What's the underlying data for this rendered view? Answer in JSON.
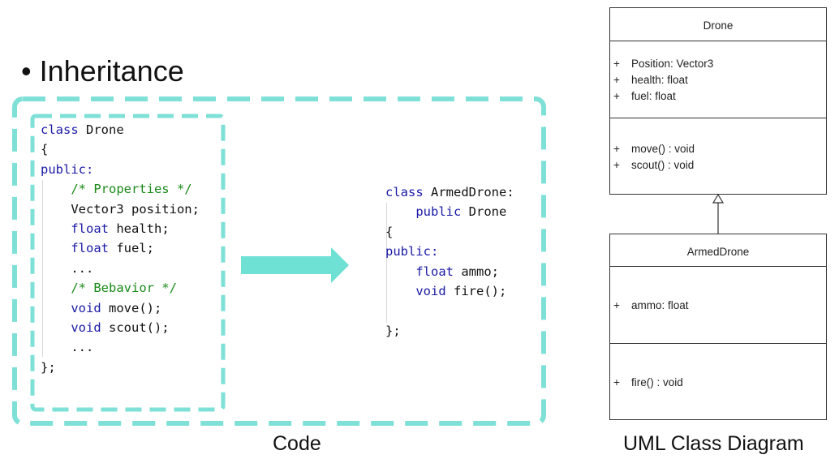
{
  "slide": {
    "bullet": "•",
    "title": "Inheritance",
    "code_caption": "Code",
    "uml_caption": "UML Class Diagram"
  },
  "code_left": [
    [
      {
        "t": "class",
        "c": "kw"
      },
      {
        "t": " Drone"
      }
    ],
    [
      {
        "t": "{"
      }
    ],
    [
      {
        "t": "public:",
        "c": "kw"
      }
    ],
    [
      {
        "t": "    "
      },
      {
        "t": "/* Properties */",
        "c": "cm"
      }
    ],
    [
      {
        "t": "    Vector3 position;"
      }
    ],
    [
      {
        "t": "    "
      },
      {
        "t": "float",
        "c": "kw"
      },
      {
        "t": " health;"
      }
    ],
    [
      {
        "t": "    "
      },
      {
        "t": "float",
        "c": "kw"
      },
      {
        "t": " fuel;"
      }
    ],
    [
      {
        "t": "    ..."
      }
    ],
    [
      {
        "t": "    "
      },
      {
        "t": "/* Bebavior */",
        "c": "cm"
      }
    ],
    [
      {
        "t": "    "
      },
      {
        "t": "void",
        "c": "kw"
      },
      {
        "t": " move();"
      }
    ],
    [
      {
        "t": "    "
      },
      {
        "t": "void",
        "c": "kw"
      },
      {
        "t": " scout();"
      }
    ],
    [
      {
        "t": "    ..."
      }
    ],
    [
      {
        "t": "};"
      }
    ]
  ],
  "code_right": [
    [
      {
        "t": "class",
        "c": "kw"
      },
      {
        "t": " ArmedDrone:"
      }
    ],
    [
      {
        "t": "    "
      },
      {
        "t": "public",
        "c": "kw"
      },
      {
        "t": " Drone"
      }
    ],
    [
      {
        "t": "{"
      }
    ],
    [
      {
        "t": "public:",
        "c": "kw"
      }
    ],
    [
      {
        "t": "    "
      },
      {
        "t": "float",
        "c": "kw"
      },
      {
        "t": " ammo;"
      }
    ],
    [
      {
        "t": "    "
      },
      {
        "t": "void",
        "c": "kw"
      },
      {
        "t": " fire();"
      }
    ],
    [
      {
        "t": ""
      }
    ],
    [
      {
        "t": "};"
      }
    ]
  ],
  "uml": {
    "parent": {
      "name": "Drone",
      "attributes": [
        {
          "vis": "+",
          "text": "Position: Vector3"
        },
        {
          "vis": "+",
          "text": "health: float"
        },
        {
          "vis": "+",
          "text": "fuel: float"
        }
      ],
      "operations": [
        {
          "vis": "+",
          "text": "move() : void"
        },
        {
          "vis": "+",
          "text": "scout() : void"
        }
      ]
    },
    "child": {
      "name": "ArmedDrone",
      "attributes": [
        {
          "vis": "+",
          "text": "ammo: float"
        }
      ],
      "operations": [
        {
          "vis": "+",
          "text": "fire() : void"
        }
      ]
    }
  },
  "colors": {
    "dash_border": "#7ee0d6",
    "arrow": "#6fe0d4",
    "keyword": "#1a1aa6",
    "comment": "#1a8a1a"
  }
}
